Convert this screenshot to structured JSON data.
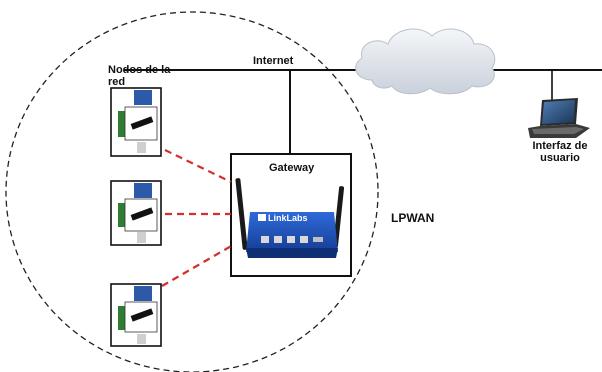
{
  "diagram": {
    "labels": {
      "nodes": "Nodos de la red",
      "internet": "Internet",
      "gateway": "Gateway",
      "lpwan": "LPWAN",
      "user_interface": "Interfaz de usuario",
      "gateway_brand": "LinkLabs"
    },
    "icons": [
      "cloud-icon",
      "laptop-icon",
      "gateway-router-icon",
      "sensor-node-icon"
    ],
    "colors": {
      "links": "#d32f2f",
      "gateway_body": "#1e4fb5",
      "cloud": "#dde3ea",
      "lines": "#111111"
    },
    "node_count": 3
  }
}
